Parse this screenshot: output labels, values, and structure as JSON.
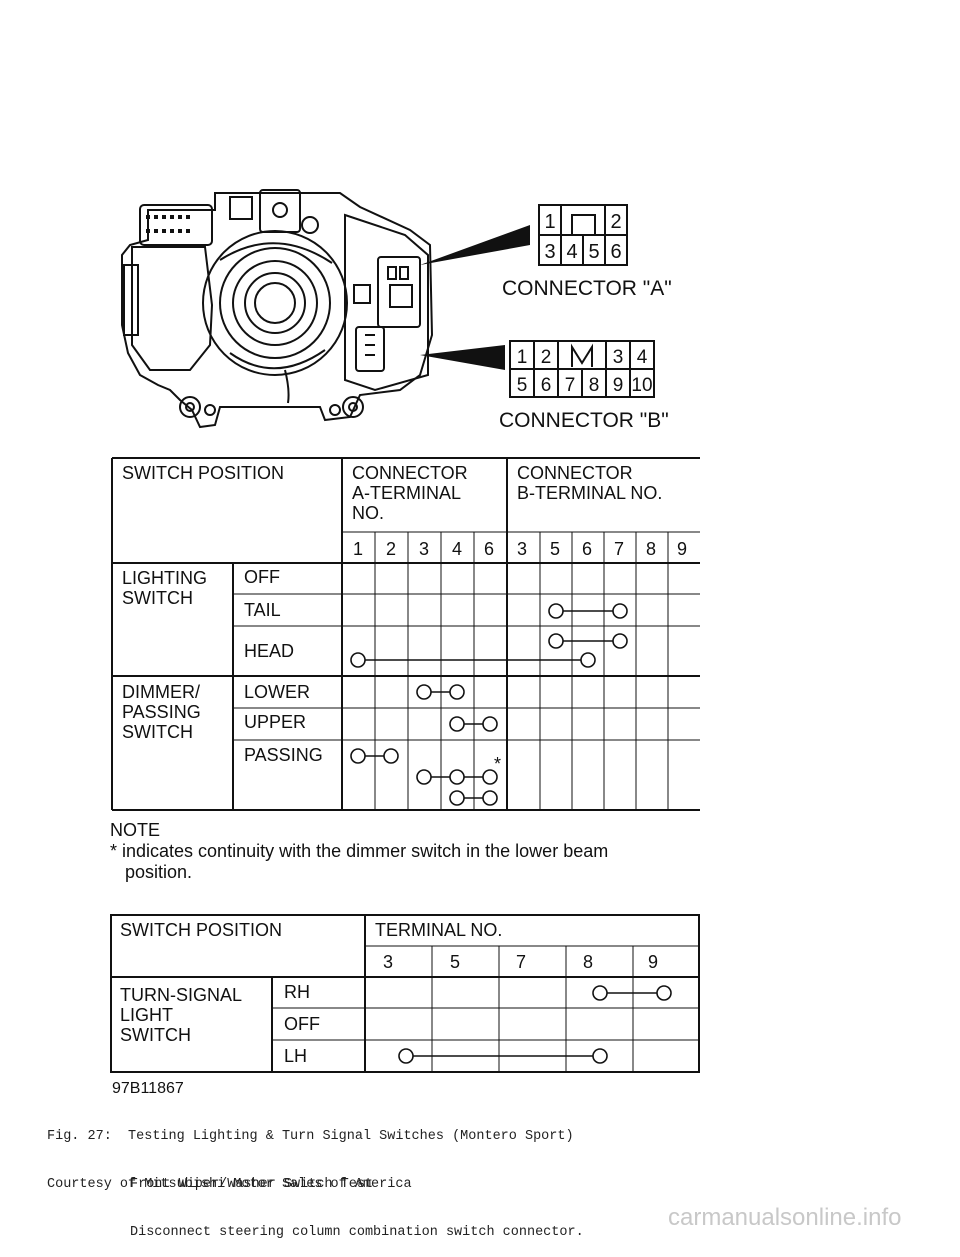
{
  "connector_a": {
    "label": "CONNECTOR \"A\"",
    "pins_top": [
      "1",
      "",
      "2"
    ],
    "pins_bottom": [
      "3",
      "4",
      "5",
      "6"
    ]
  },
  "connector_b": {
    "label": "CONNECTOR \"B\"",
    "pins_top": [
      "1",
      "2",
      "",
      "3",
      "4"
    ],
    "pins_bottom": [
      "5",
      "6",
      "7",
      "8",
      "9",
      "10"
    ]
  },
  "table1": {
    "header_switch_position": "SWITCH POSITION",
    "header_conn_a": [
      "CONNECTOR",
      "A-TERMINAL",
      "NO."
    ],
    "header_conn_b": [
      "CONNECTOR",
      "B-TERMINAL NO."
    ],
    "a_terminals": [
      "1",
      "2",
      "3",
      "4",
      "6"
    ],
    "b_terminals": [
      "3",
      "5",
      "6",
      "7",
      "8",
      "9"
    ],
    "group_lighting": [
      "LIGHTING",
      "SWITCH"
    ],
    "group_dimmer": [
      "DIMMER/",
      "PASSING",
      "SWITCH"
    ],
    "rows": [
      "OFF",
      "TAIL",
      "HEAD",
      "LOWER",
      "UPPER",
      "PASSING"
    ],
    "asterisk": "*"
  },
  "note": {
    "title": "NOTE",
    "line1": "* indicates continuity with the dimmer switch in the lower beam",
    "line2": "position."
  },
  "table2": {
    "header_switch_position": "SWITCH POSITION",
    "header_terminal": "TERMINAL NO.",
    "terminals": [
      "3",
      "5",
      "7",
      "8",
      "9"
    ],
    "group": [
      "TURN-SIGNAL",
      "LIGHT",
      "SWITCH"
    ],
    "rows": [
      "RH",
      "OFF",
      "LH"
    ]
  },
  "figure_id": "97B11867",
  "caption": {
    "line1": "Fig. 27:  Testing Lighting & Turn Signal Switches (Montero Sport)",
    "line2": "Courtesy of Mitsubishi Motor Sales of America"
  },
  "body_text": {
    "line1": "Front Wiper/Washer Switch Test",
    "line2": "Disconnect steering column combination switch connector."
  },
  "watermark": "carmanualsonline.info"
}
